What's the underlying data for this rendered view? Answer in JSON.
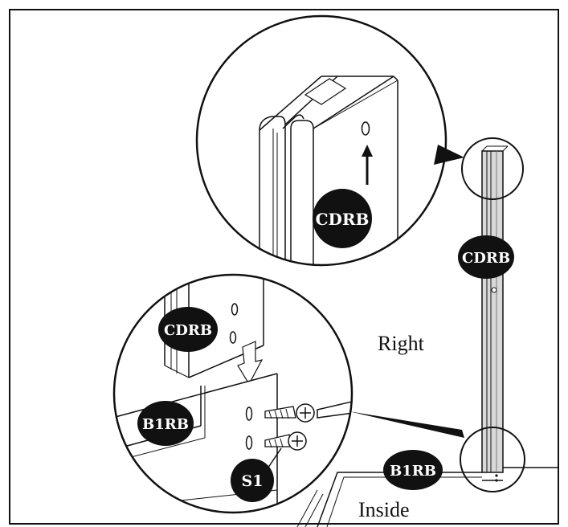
{
  "labels": {
    "cdrb_top": "CDRB",
    "cdrb_rail": "CDRB",
    "cdrb_bottom": "CDRB",
    "b1rb_detail": "B1RB",
    "b1rb_base": "B1RB",
    "s1": "S1"
  },
  "words": {
    "right": "Right",
    "inside": "Inside"
  },
  "colors": {
    "ink": "#111111",
    "paper": "#ffffff",
    "rail_fill": "#d9d9d9",
    "label_bg": "#111111",
    "label_text": "#ffffff"
  }
}
